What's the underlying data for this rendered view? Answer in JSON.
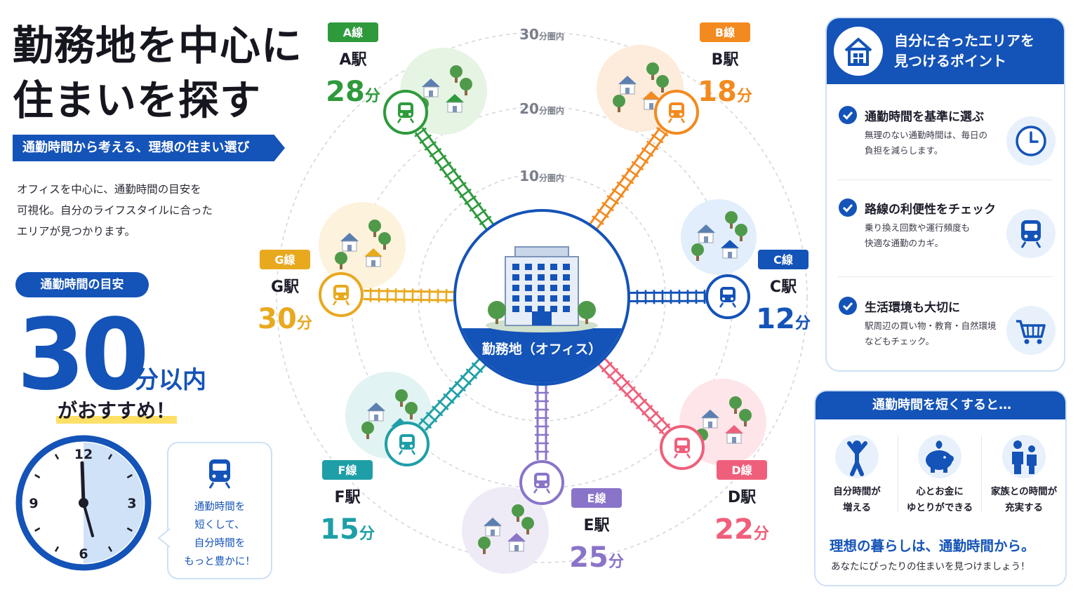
{
  "header": {
    "title_line1": "勤務地を中心に",
    "title_line2": "住まいを探す",
    "subtitle": "通勤時間から考える、理想の住まい選び",
    "intro": [
      "オフィスを中心に、通勤時間の目安を",
      "可視化。自分のライフスタイルに合った",
      "エリアが見つかります。"
    ]
  },
  "guide": {
    "pill": "通勤時間の目安",
    "number": "30",
    "unit": "分以内",
    "recommend": "がおすすめ！",
    "clock": {
      "n12": "12",
      "n3": "3",
      "n6": "6",
      "n9": "9",
      "highlight_minutes": 30
    },
    "bubble": [
      "通勤時間を",
      "短くして、",
      "自分時間を",
      "もっと豊かに！"
    ]
  },
  "diagram": {
    "office": "勤務地（オフィス）",
    "rings": [
      {
        "num": "10",
        "suffix": "分圏内"
      },
      {
        "num": "20",
        "suffix": "分圏内"
      },
      {
        "num": "30",
        "suffix": "分圏内"
      }
    ],
    "unit": "分",
    "lines": [
      {
        "line": "A線",
        "station": "A駅",
        "minutes": "28",
        "color": "#2e9a3c",
        "area_bg": "#e6f4e4"
      },
      {
        "line": "B線",
        "station": "B駅",
        "minutes": "18",
        "color": "#f28a1f",
        "area_bg": "#fdebdb"
      },
      {
        "line": "C線",
        "station": "C駅",
        "minutes": "12",
        "color": "#1453b8",
        "area_bg": "#e2eefb"
      },
      {
        "line": "D線",
        "station": "D駅",
        "minutes": "22",
        "color": "#ef5f7b",
        "area_bg": "#fde5e9"
      },
      {
        "line": "E線",
        "station": "E駅",
        "minutes": "25",
        "color": "#8a74c9",
        "area_bg": "#eeebf7"
      },
      {
        "line": "F線",
        "station": "F駅",
        "minutes": "15",
        "color": "#1e9fa7",
        "area_bg": "#e1f3f2"
      },
      {
        "line": "G線",
        "station": "G駅",
        "minutes": "30",
        "color": "#e8a91f",
        "area_bg": "#fdf2dc"
      }
    ]
  },
  "points": {
    "title_line1": "自分に合ったエリアを",
    "title_line2": "見つけるポイント",
    "items": [
      {
        "title": "通勤時間を基準に選ぶ",
        "desc": [
          "無理のない通勤時間は、毎日の",
          "負担を減らします。"
        ],
        "icon": "clock-icon"
      },
      {
        "title": "路線の利便性をチェック",
        "desc": [
          "乗り換え回数や運行頻度も",
          "快適な通勤のカギ。"
        ],
        "icon": "train-icon"
      },
      {
        "title": "生活環境も大切に",
        "desc": [
          "駅周辺の買い物・教育・自然環境",
          "などもチェック。"
        ],
        "icon": "cart-icon"
      }
    ]
  },
  "benefits": {
    "title": "通勤時間を短くすると…",
    "items": [
      {
        "label": [
          "自分時間が",
          "増える"
        ],
        "icon": "person-cheer-icon"
      },
      {
        "label": [
          "心とお金に",
          "ゆとりができる"
        ],
        "icon": "piggy-bank-icon"
      },
      {
        "label": [
          "家族との時間が",
          "充実する"
        ],
        "icon": "family-icon"
      }
    ],
    "ideal": "理想の暮らしは、通勤時間から。",
    "ideal_sub": "あなたにぴったりの住まいを見つけましょう！"
  },
  "colors": {
    "brand": "#1453b8",
    "light": "#e8f1fb",
    "highlight": "#ffe066"
  }
}
